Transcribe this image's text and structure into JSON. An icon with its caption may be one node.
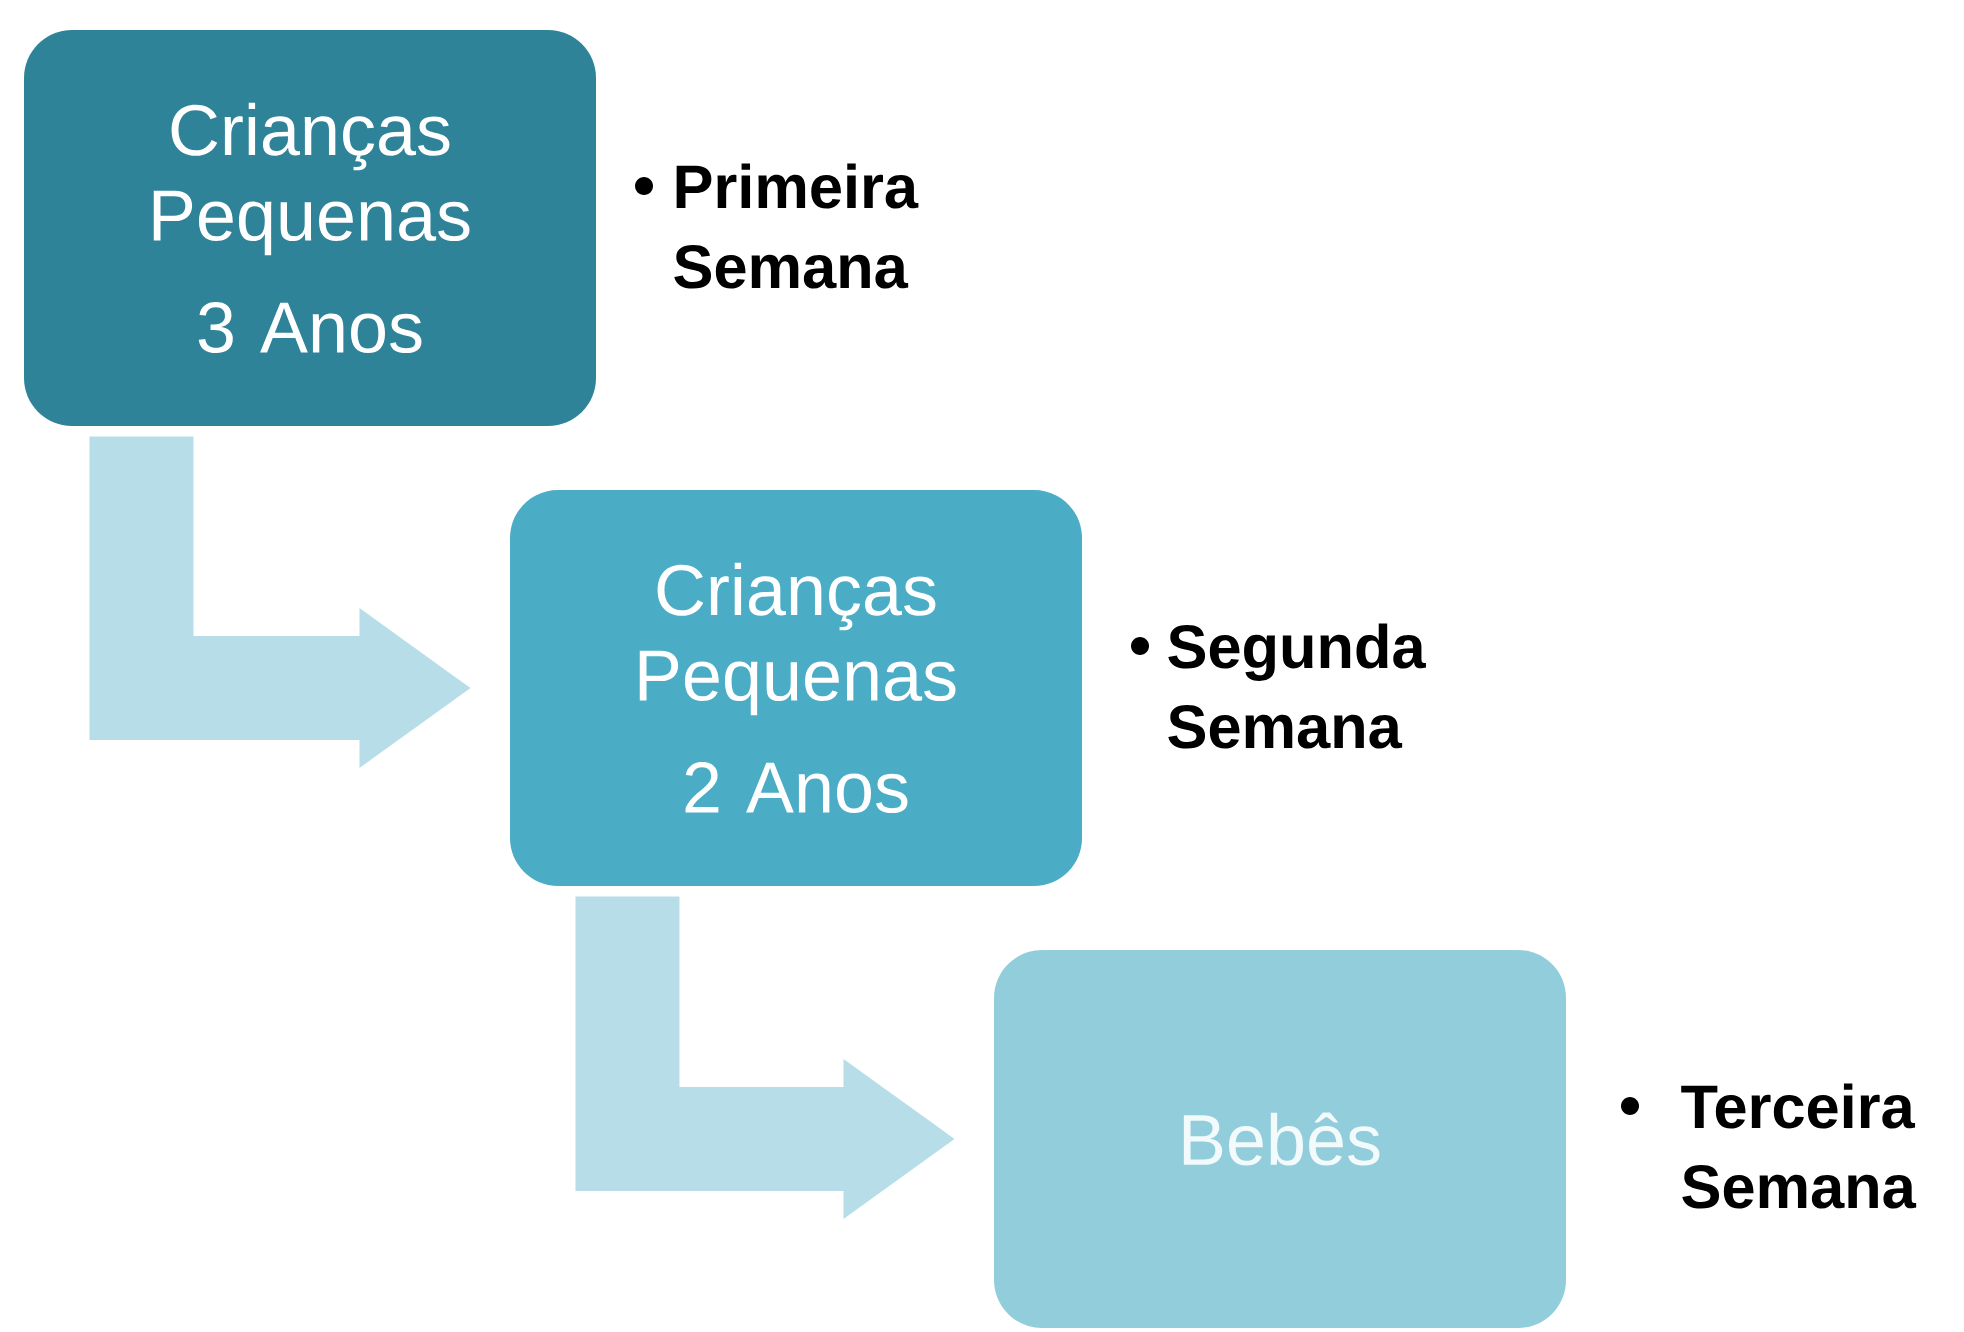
{
  "diagram": {
    "nodes": [
      {
        "text": [
          "Crianças Pequenas",
          "3 Anos"
        ],
        "beside": [
          "Primeira Semana"
        ]
      },
      {
        "text": [
          "Crianças Pequenas",
          "2 Anos"
        ],
        "beside": [
          "Segunda Semana"
        ]
      },
      {
        "text": [
          "Bebês"
        ],
        "beside": [
          "Terceira Semana"
        ]
      }
    ],
    "edges": [
      {
        "from": 0,
        "to": 1,
        "arrow": "to"
      },
      {
        "from": 1,
        "to": 2,
        "arrow": "to"
      }
    ]
  }
}
